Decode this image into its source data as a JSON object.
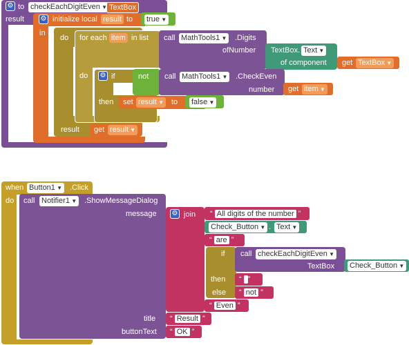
{
  "colors": {
    "procedure": "#7b4f96",
    "variable": "#e06d2a",
    "control": "#a88e2d",
    "logic": "#6db33a",
    "math": "#7c5495",
    "text": "#c23362",
    "component": "#3f9a78",
    "event": "#c5a028"
  },
  "proc": {
    "to": "to",
    "name": "checkEachDigitEven",
    "param": "TextBox",
    "result": "result",
    "init_local": "initialize local",
    "var_name": "result",
    "to_kw": "to",
    "init_value": "true",
    "in": "in",
    "do": "do",
    "for_each": "for each",
    "item": "item",
    "in_list": "in list",
    "call": "call",
    "math_tools": "MathTools1",
    "digits": ".Digits",
    "of_number": "ofNumber",
    "textbox_comp": "TextBox.",
    "text_prop": "Text",
    "of_component": "of component",
    "get": "get",
    "get_textbox": "TextBox",
    "do2": "do",
    "if": "if",
    "not": "not",
    "call2": "call",
    "math_tools2": "MathTools1",
    "check_even": ".CheckEven",
    "number": "number",
    "get2": "get",
    "get_item": "item",
    "then": "then",
    "set": "set",
    "set_var": "result",
    "set_to": "to",
    "false": "false",
    "result2": "result",
    "get3": "get",
    "get_result": "result"
  },
  "event": {
    "when": "when",
    "button": "Button1",
    "click": ".Click",
    "do": "do",
    "call": "call",
    "notifier": "Notifier1",
    "show_dialog": ".ShowMessageDialog",
    "message": "message",
    "join": "join",
    "str_all": "All digits of the number",
    "check_button": "Check_Button",
    "text_prop": "Text",
    "str_are": "are",
    "if": "if",
    "call2": "call",
    "proc_name": "checkEachDigitEven",
    "textbox_arg": "TextBox",
    "comp_check_button": "Check_Button",
    "then": "then",
    "else": "else",
    "str_blank": " ",
    "str_not": "not",
    "str_even": "Even",
    "title": "title",
    "str_result": "Result",
    "button_text": "buttonText",
    "str_ok": "OK"
  }
}
